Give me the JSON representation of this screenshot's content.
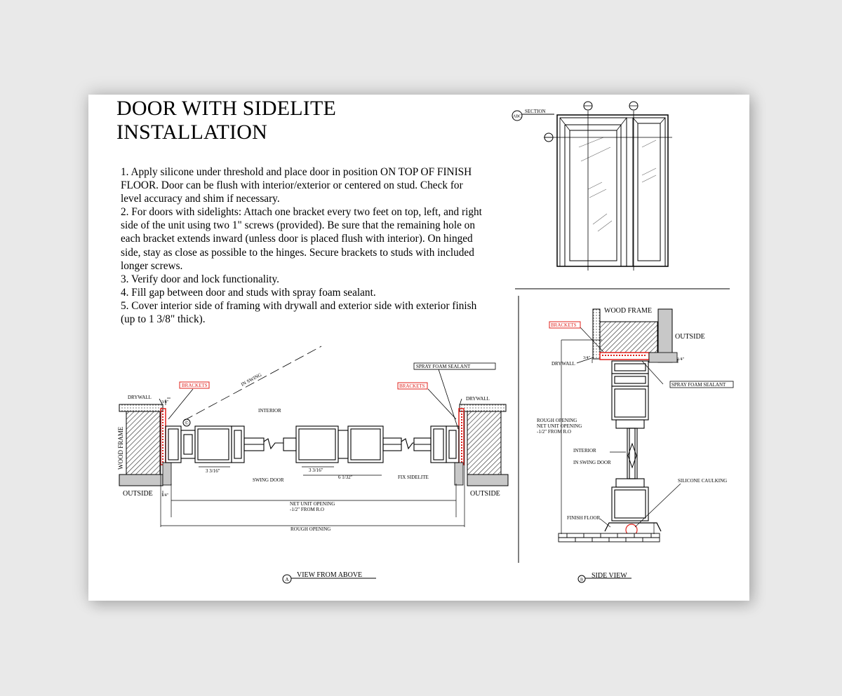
{
  "title": {
    "line1": "DOOR WITH SIDELITE",
    "line2": "INSTALLATION"
  },
  "steps": [
    "1. Apply silicone under threshold and place door in position ON TOP OF FINISH FLOOR. Door can be flush with interior/exterior or centered on stud. Check for level accuracy and shim if necessary.",
    "2. For doors with sidelights: Attach one bracket every two feet on top, left, and right side of the unit using two 1\" screws (provided). Be sure that the remaining hole on each bracket extends inward (unless door is placed flush with interior). On hinged side, stay as close as possible to the hinges. Secure brackets to studs with included longer screws.",
    "3. Verify door and lock functionality.",
    "4. Fill gap between door and studs with spray foam sealant.",
    "5. Cover interior side of framing with drywall and exterior side with exterior finish (up to 1 3/8\" thick)."
  ],
  "elevation": {
    "section_marker": "ABC",
    "section_label": "SECTION"
  },
  "plan": {
    "drywall_left": "DRYWALL",
    "drywall_right": "DRYWALL",
    "brackets_left": "BRACKETS",
    "brackets_right": "BRACKETS",
    "in_swing": "IN SWING",
    "interior": "INTERIOR",
    "spray_foam": "SPRAY FOAM SEALANT",
    "wood_frame": "WOOD FRAME",
    "dim_left": "3/4\"",
    "dim_a": "3 3/16\"",
    "dim_b": "3 3/16\"",
    "dim_c": "6 1/32\"",
    "swing_door": "SWING DOOR",
    "fix_sidelite": "FIX SIDELITE",
    "outside_left": "OUTSIDE",
    "outside_right": "OUTSIDE",
    "dim_bottom": "1/4\"",
    "net_opening_1": "NET UNIT OPENING",
    "net_opening_2": "-1/2\" FROM R.O",
    "rough_opening": "ROUGH OPENING",
    "caption_marker": "A",
    "caption": "VIEW FROM ABOVE"
  },
  "side": {
    "wood_frame": "WOOD FRAME",
    "brackets": "BRACKETS",
    "outside": "OUTSIDE",
    "drywall": "DRYWALL",
    "dim": "3/4\"",
    "dim_right": "1/4\"",
    "spray_foam": "SPRAY FOAM SEALANT",
    "rough_1": "ROUGH OPENING",
    "rough_2": "NET UNIT OPENING",
    "rough_3": "-1/2\" FROM R.O",
    "interior": "INTERIOR",
    "in_swing_door": "IN SWING DOOR",
    "silicone": "SILICONE CAULKING",
    "finish_floor": "FINISH FLOOR",
    "caption_marker": "B",
    "caption": "SIDE VIEW"
  },
  "colors": {
    "accent_red": "#e0201b",
    "line": "#000000",
    "hatch": "#333333",
    "slab": "#c8c8c8"
  }
}
